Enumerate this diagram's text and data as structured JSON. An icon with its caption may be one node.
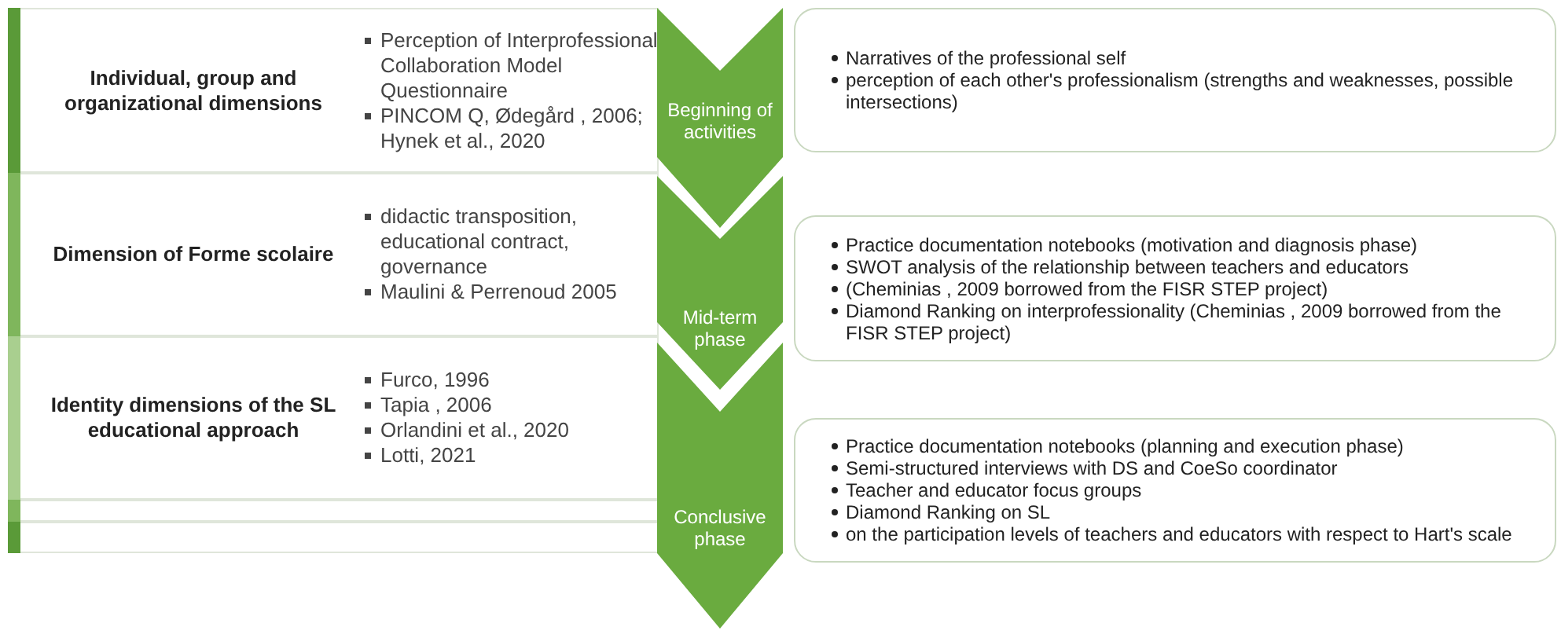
{
  "diagram": {
    "nodes": [
      {
        "text": [
          "Individual, group and organizational dimensions",
          "Perception of Interprofessional Collaboration Model Questionnaire",
          "PINCOM Q, Ødegård , 2006; Hynek et al., 2020"
        ]
      },
      {
        "text": [
          "Dimension of Forme scolaire",
          "didactic transposition, educational contract, governance",
          "Maulini & Perrenoud 2005"
        ]
      },
      {
        "text": [
          "Identity dimensions of the SL educational approach",
          "Furco, 1996",
          "Tapia , 2006",
          "Orlandini et al., 2020",
          "Lotti, 2021"
        ]
      },
      {
        "text": [],
        "shape": "box"
      },
      {
        "text": [],
        "shape": "box"
      },
      {
        "text": [
          "Beginning of activities"
        ]
      },
      {
        "text": [
          "Narratives of the professional self",
          "perception of each other's professionalism (strengths and weaknesses, possible intersections)"
        ]
      },
      {
        "text": [
          "Mid-term phase"
        ]
      },
      {
        "text": [
          "Practice documentation notebooks (motivation and diagnosis phase)",
          "SWOT analysis of the relationship between teachers and educators",
          "(Cheminias , 2009 borrowed from the FISR STEP project)",
          "Diamond Ranking on interprofessionality (Cheminias , 2009 borrowed from the FISR STEP project)"
        ]
      },
      {
        "text": [
          "Conclusive phase"
        ]
      },
      {
        "text": [
          "Practice documentation notebooks (planning and execution phase)",
          "Semi-structured interviews with DS and CoeSo coordinator",
          "Teacher and educator focus groups",
          "Diamond Ranking on SL",
          "on the participation levels of teachers and educators with respect to Hart's scale"
        ]
      }
    ]
  }
}
